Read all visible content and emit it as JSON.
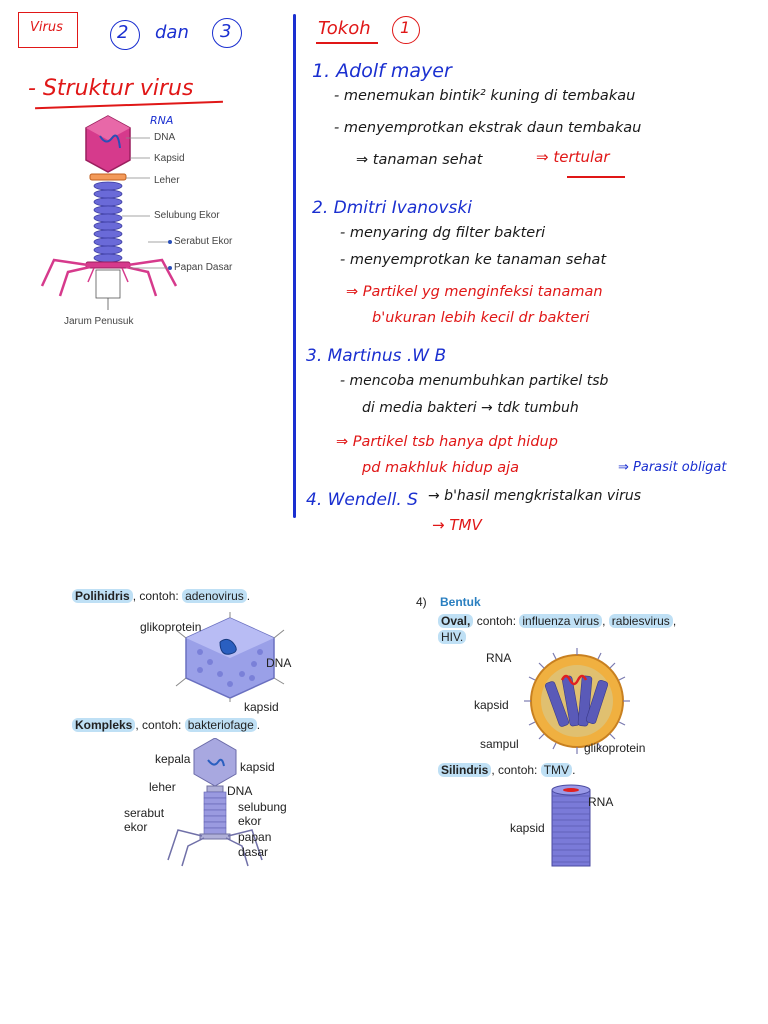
{
  "header": {
    "tag": "Virus",
    "num_left": "2",
    "and_word": "dan",
    "num_right": "3"
  },
  "structure": {
    "title": "- Struktur virus",
    "rna_note": "RNA",
    "labels": {
      "dna": "DNA",
      "kapsid": "Kapsid",
      "leher": "Leher",
      "selubung": "Selubung Ekor",
      "serabut": "Serabut Ekor",
      "papan": "Papan Dasar",
      "jarum": "Jarum Penusuk"
    }
  },
  "tokoh": {
    "heading": "Tokoh",
    "num": "1",
    "items": [
      {
        "name": "1. Adolf   mayer",
        "lines": [
          "- menemukan bintik² kuning di tembakau",
          "- menyemprotkan ekstrak daun tembakau",
          "⇒ tanaman sehat"
        ],
        "conclusion": "⇒ tertular"
      },
      {
        "name": "2. Dmitri  Ivanovski",
        "lines": [
          "- menyaring dg filter bakteri",
          "- menyemprotkan ke tanaman sehat"
        ],
        "conclusion_lines": [
          "⇒ Partikel yg menginfeksi tanaman",
          "b'ukuran lebih kecil dr bakteri"
        ]
      },
      {
        "name": "3. Martinus  .W B",
        "lines": [
          "- mencoba menumbuhkan partikel tsb",
          "di media bakteri → tdk tumbuh"
        ],
        "conclusion_lines": [
          "⇒ Partikel tsb hanya dpt hidup",
          "pd makhluk hidup aja"
        ],
        "extra": "⇒ Parasit obligat"
      },
      {
        "name": "4. Wendell.  S",
        "lines": [
          "→ b'hasil mengkristalkan virus"
        ],
        "conclusion": "→ TMV"
      }
    ]
  },
  "shapes": {
    "polihidris": {
      "bold": "Polihidris",
      "rest": ", contoh: ",
      "example": "adenovirus",
      "end": "."
    },
    "polihidris_labels": {
      "glikoprotein": "glikoprotein",
      "dna": "DNA",
      "kapsid": "kapsid"
    },
    "kompleks": {
      "bold": "Kompleks",
      "rest": ", contoh: ",
      "example": "bakteriofage",
      "end": "."
    },
    "kompleks_labels": {
      "kepala": "kepala",
      "kapsid": "kapsid",
      "leher": "leher",
      "dna": "DNA",
      "serabut": "serabut",
      "ekor": "ekor",
      "selubung": "selubung",
      "ekor2": "ekor",
      "papan": "papan",
      "dasar": "dasar"
    },
    "bentuk": {
      "num": "4)",
      "title": "Bentuk"
    },
    "oval": {
      "bold": "Oval,",
      "rest": " contoh: ",
      "ex1": "influenza virus",
      "sep": ", ",
      "ex2": "rabiesvirus",
      "sep2": ",",
      "ex3": "HIV."
    },
    "oval_labels": {
      "rna": "RNA",
      "kapsid": "kapsid",
      "sampul": "sampul",
      "glikoprotein": "glikoprotein"
    },
    "silindris": {
      "bold": "Silindris",
      "rest": ", contoh: ",
      "example": "TMV",
      "end": "."
    },
    "silindris_labels": {
      "rna": "RNA",
      "kapsid": "kapsid"
    }
  }
}
